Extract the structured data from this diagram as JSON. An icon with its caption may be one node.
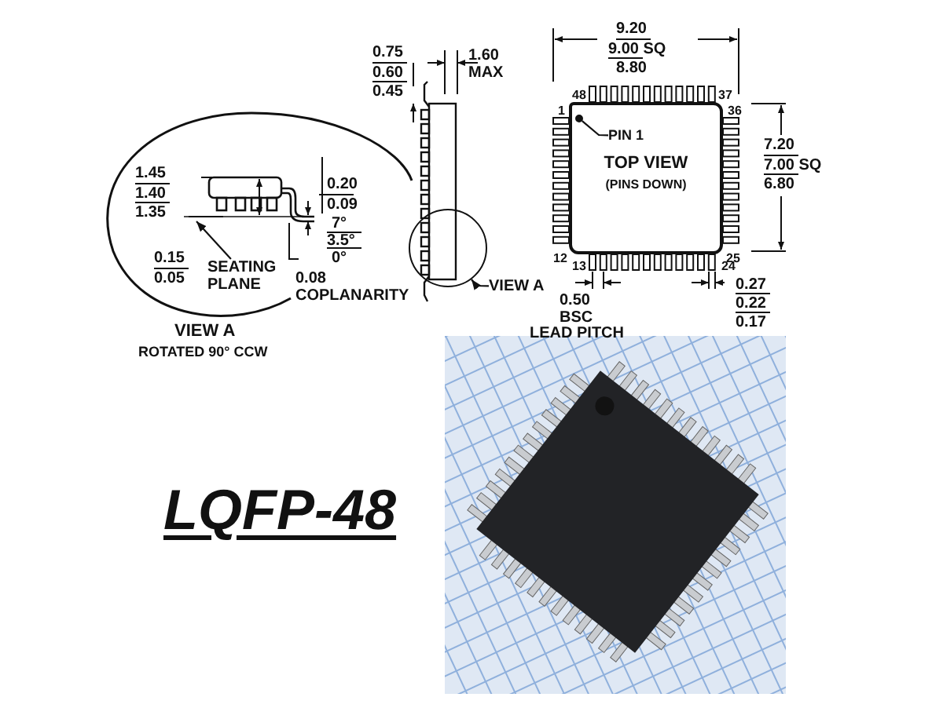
{
  "diagram": {
    "title": "LQFP-48",
    "nodes": [
      {
        "text": [
          "VIEW A"
        ]
      },
      {
        "text": [],
        "shape": "circle"
      },
      {
        "text": [
          "TOP VIEW",
          "(PINS DOWN)"
        ]
      },
      {
        "text": [
          "PIN 1"
        ],
        "in": 2
      },
      {
        "text": [],
        "shape": "circle",
        "in": 2
      },
      {
        "text": [
          "SEATING PLANE"
        ]
      },
      {
        "text": [],
        "shape": "picture"
      }
    ],
    "edges": [
      {
        "from": 0,
        "to": 1,
        "arrow": "to"
      },
      {
        "from": 3,
        "to": 4,
        "arrow": "none"
      },
      {
        "from": 5,
        "to": null,
        "arrow": "to"
      }
    ],
    "labels": [
      "0.75",
      "0.60",
      "0.45",
      "1.60 MAX",
      "9.20",
      "9.00 SQ",
      "8.80",
      "48",
      "37",
      "1",
      "36",
      "7.20",
      "7.00 SQ",
      "6.80",
      "1.45",
      "1.40",
      "1.35",
      "0.20",
      "0.09",
      "7°",
      "3.5°",
      "0.15",
      "0°",
      "0.05",
      "0.08 COPLANARITY",
      "12",
      "25",
      "13",
      "24",
      "0.50 BSC",
      "LEAD PITCH",
      "0.27",
      "0.22",
      "0.17",
      "VIEW A",
      "ROTATED 90° CCW"
    ]
  }
}
